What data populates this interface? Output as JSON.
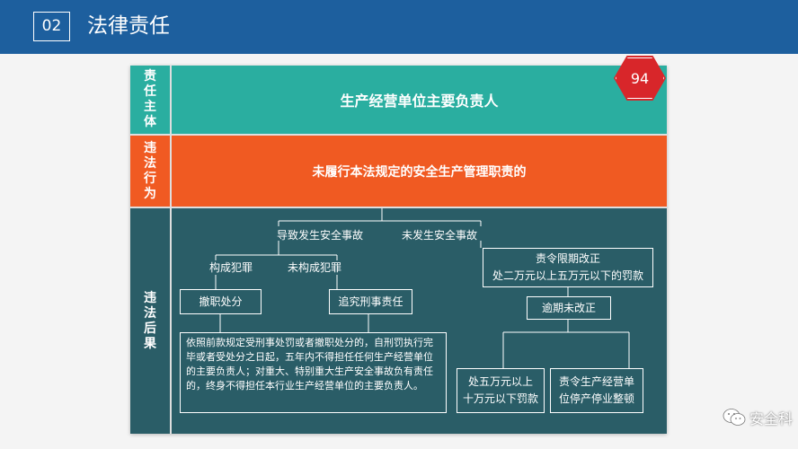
{
  "header": {
    "section_number": "02",
    "title": "法律责任"
  },
  "page_badge": "94",
  "rows": {
    "subject": {
      "label": [
        "责",
        "任",
        "主",
        "体"
      ],
      "content": "生产经营单位主要负责人"
    },
    "act": {
      "label": [
        "违",
        "法",
        "行",
        "为"
      ],
      "content": "未履行本法规定的安全生产管理职责的"
    },
    "consequence": {
      "label": [
        "违",
        "法",
        "后",
        "果"
      ]
    }
  },
  "tree": {
    "accident": "导致发生安全事故",
    "no_accident": "未发生安全事故",
    "crime": "构成犯罪",
    "not_crime": "未构成犯罪",
    "dismissal": "撤职处分",
    "criminal": "追究刑事责任",
    "correction_line1": "责令限期改正",
    "correction_line2": "处二万元以上五万元以下的罚款",
    "overdue": "逾期未改正",
    "fine_line1": "处五万元以上",
    "fine_line2": "十万元以下罚款",
    "suspend_line1": "责令生产经营单",
    "suspend_line2": "位停产停业整顿",
    "paragraph": "依照前款规定受刑事处罚或者撤职处分的，自刑罚执行完毕或者受处分之日起，五年内不得担任任何生产经营单位的主要负责人；对重大、特别重大生产安全事故负有责任的，终身不得担任本行业生产经营单位的主要负责人。"
  },
  "watermark": "安全科",
  "colors": {
    "header": "#1d5f9e",
    "teal": "#2aaea0",
    "orange": "#f05a22",
    "dark": "#2a5d67",
    "badge": "#d8262a"
  }
}
